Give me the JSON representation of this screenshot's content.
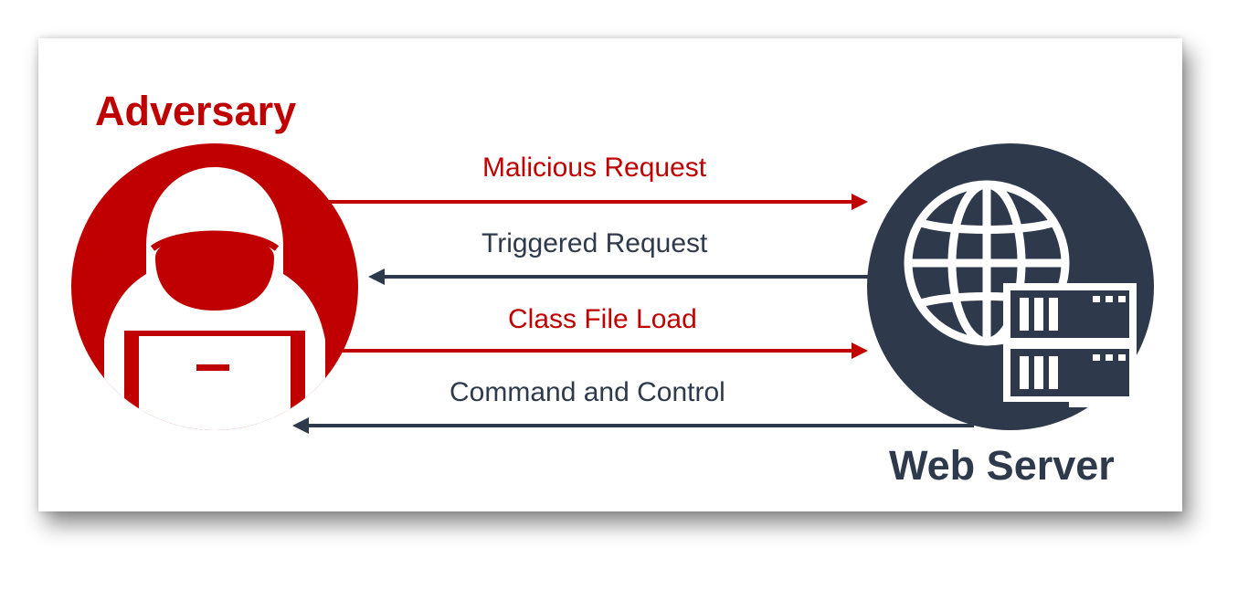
{
  "adversary": {
    "title": "Adversary",
    "icon": "hooded-hacker-icon"
  },
  "web_server": {
    "title": "Web Server",
    "icon": "globe-server-icon"
  },
  "flows": [
    {
      "label": "Malicious Request",
      "direction": "to-server",
      "color": "#c00000"
    },
    {
      "label": "Triggered Request",
      "direction": "to-adversary",
      "color": "#2e3a4b"
    },
    {
      "label": "Class File Load",
      "direction": "to-server",
      "color": "#c00000"
    },
    {
      "label": "Command and Control",
      "direction": "to-adversary",
      "color": "#2e3a4b"
    }
  ],
  "colors": {
    "red": "#c00000",
    "navy": "#2e3a4b"
  }
}
